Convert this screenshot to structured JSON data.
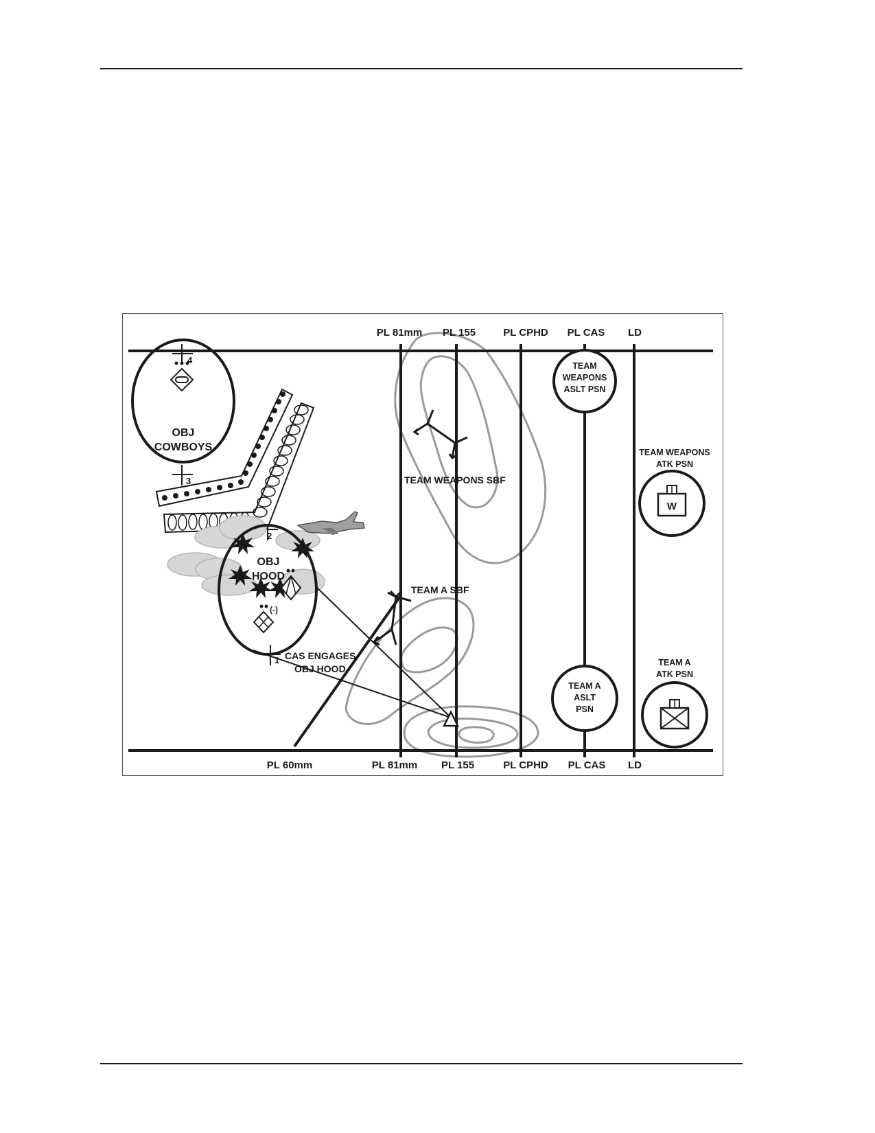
{
  "phase_lines_top": [
    "PL 81mm",
    "PL 155",
    "PL CPHD",
    "PL CAS",
    "LD"
  ],
  "phase_lines_bottom": [
    "PL 60mm",
    "PL 81mm",
    "PL 155",
    "PL CPHD",
    "PL CAS",
    "LD"
  ],
  "objectives": {
    "cowboys": [
      "OBJ",
      "COWBOYS"
    ],
    "hood": [
      "OBJ",
      "HOOD"
    ]
  },
  "targets": [
    "4",
    "3",
    "2",
    "1"
  ],
  "team_weapons_sbf": "TEAM WEAPONS SBF",
  "team_a_sbf": "TEAM A SBF",
  "cas_note": [
    "CAS ENGAGES",
    "OBJ HOOD"
  ],
  "team_weapons_aslt": [
    "TEAM",
    "WEAPONS",
    "ASLT PSN"
  ],
  "team_a_aslt": [
    "TEAM A",
    "ASLT",
    "PSN"
  ],
  "team_weapons_atk": [
    "TEAM WEAPONS",
    "ATK PSN"
  ],
  "team_a_atk": [
    "TEAM A",
    "ATK PSN"
  ],
  "unit_weapons_letter": "W",
  "reduced_marker": "(-)",
  "icons": [
    "mechanized-platoon-icon",
    "armor-platoon-icon",
    "infantry-team-icon",
    "observation-post-icon",
    "aircraft-icon",
    "explosion-icon",
    "cloud-icon"
  ],
  "colors": {
    "ink": "#1a1a1a",
    "terrain": "#9a9a9a",
    "cloud": "#d6d6d6"
  }
}
